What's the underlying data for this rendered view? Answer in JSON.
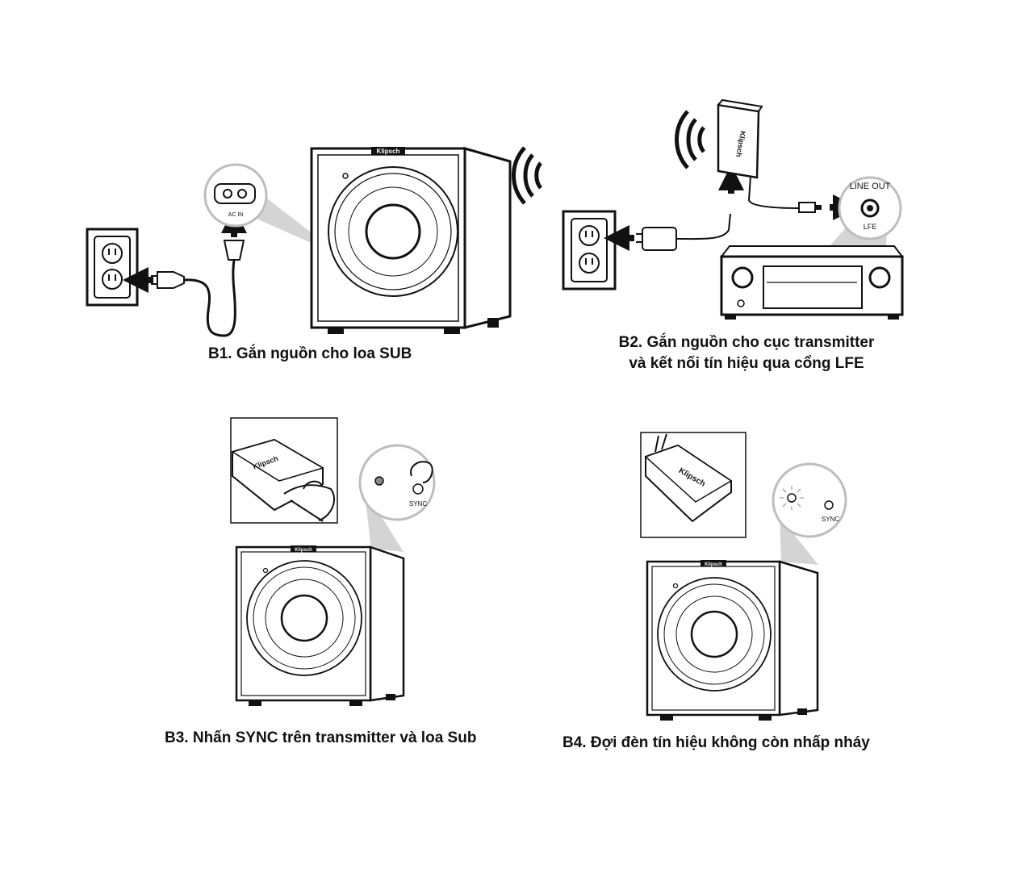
{
  "brand": "Klipsch",
  "steps": [
    {
      "caption": "B1. Gắn nguồn cho loa SUB"
    },
    {
      "caption_line1": "B2. Gắn nguồn cho cục transmitter",
      "caption_line2": "và kết nối tín hiệu qua cổng LFE"
    },
    {
      "caption": "B3. Nhấn SYNC trên transmitter và loa Sub"
    },
    {
      "caption": "B4. Đợi đèn tín hiệu không còn nhấp nháy"
    }
  ],
  "labels": {
    "line_out": "LINE OUT",
    "lfe": "LFE",
    "sync": "SYNC",
    "ac_in": "AC IN"
  },
  "colors": {
    "ink": "#111111",
    "callout": "#d4d4d4",
    "ring": "#bdbdbd"
  }
}
